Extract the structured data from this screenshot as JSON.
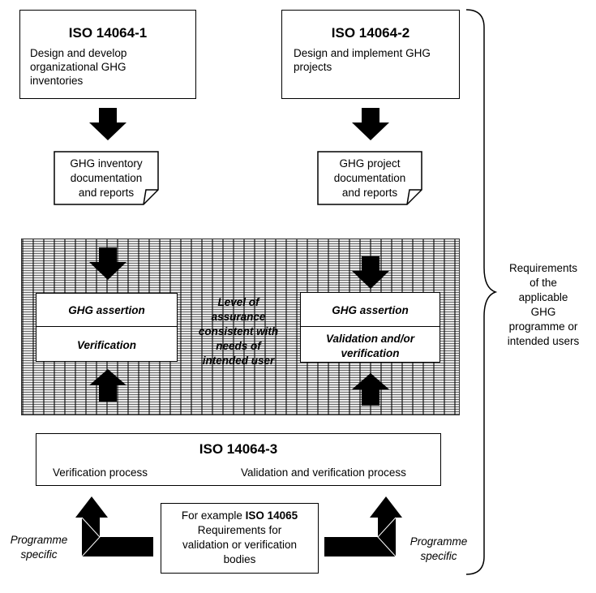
{
  "iso1": {
    "title": "ISO 14064-1",
    "body": "Design and develop organizational GHG inventories"
  },
  "iso2": {
    "title": "ISO 14064-2",
    "body": "Design and implement GHG projects"
  },
  "doc1": {
    "line1": "GHG inventory",
    "line2": "documentation",
    "line3": "and reports"
  },
  "doc2": {
    "line1": "GHG project",
    "line2": "documentation",
    "line3": "and reports"
  },
  "assurance": {
    "line1": "Level of",
    "line2": "assurance",
    "line3": "consistent with",
    "line4": "needs of",
    "line5": "intended user"
  },
  "left_box": {
    "row1": "GHG assertion",
    "row2": "Verification"
  },
  "right_box": {
    "row1": "GHG assertion",
    "row2a": "Validation and/or",
    "row2b": "verification"
  },
  "iso3": {
    "title": "ISO 14064-3",
    "left": "Verification process",
    "right": "Validation and verification process"
  },
  "iso14065": {
    "prefix": "For example ",
    "bold": "ISO 14065",
    "line2": "Requirements for",
    "line3": "validation or verification",
    "line4": "bodies"
  },
  "programme_left": {
    "line1": "Programme",
    "line2": "specific"
  },
  "programme_right": {
    "line1": "Programme",
    "line2": "specific"
  },
  "requirements": {
    "line1": "Requirements",
    "line2": "of the",
    "line3": "applicable",
    "line4": "GHG",
    "line5": "programme or",
    "line6": "intended users"
  }
}
